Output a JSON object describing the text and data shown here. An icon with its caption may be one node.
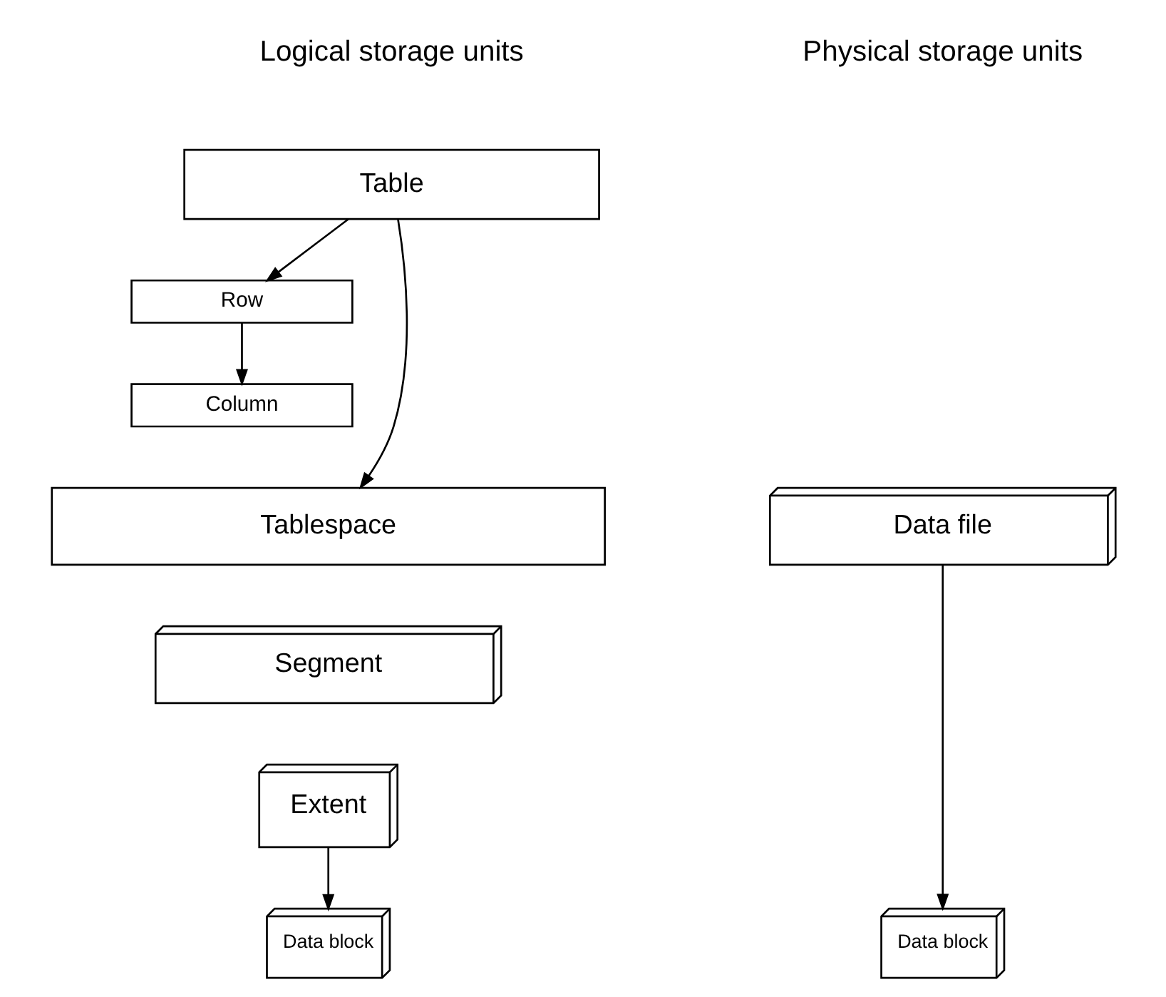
{
  "diagram": {
    "nodes": [
      {
        "text": [
          "Table"
        ]
      },
      {
        "text": [
          "Row"
        ]
      },
      {
        "text": [
          "Column"
        ]
      },
      {
        "text": [
          "Tablespace"
        ]
      },
      {
        "text": [
          "Data file"
        ]
      },
      {
        "text": [
          "Segment"
        ]
      },
      {
        "text": [
          "Extent"
        ]
      },
      {
        "text": [
          "Data block"
        ]
      },
      {
        "text": [
          "Data block"
        ]
      }
    ],
    "edges": [
      {
        "from": 0,
        "to": 1,
        "arrow": "to"
      },
      {
        "from": 1,
        "to": 2,
        "arrow": "to"
      },
      {
        "from": 0,
        "to": 3,
        "arrow": "to"
      },
      {
        "from": 6,
        "to": 7,
        "arrow": "to"
      },
      {
        "from": 4,
        "to": 8,
        "arrow": "to"
      }
    ],
    "labels": [
      "Logical storage units",
      "Physical storage units"
    ]
  }
}
